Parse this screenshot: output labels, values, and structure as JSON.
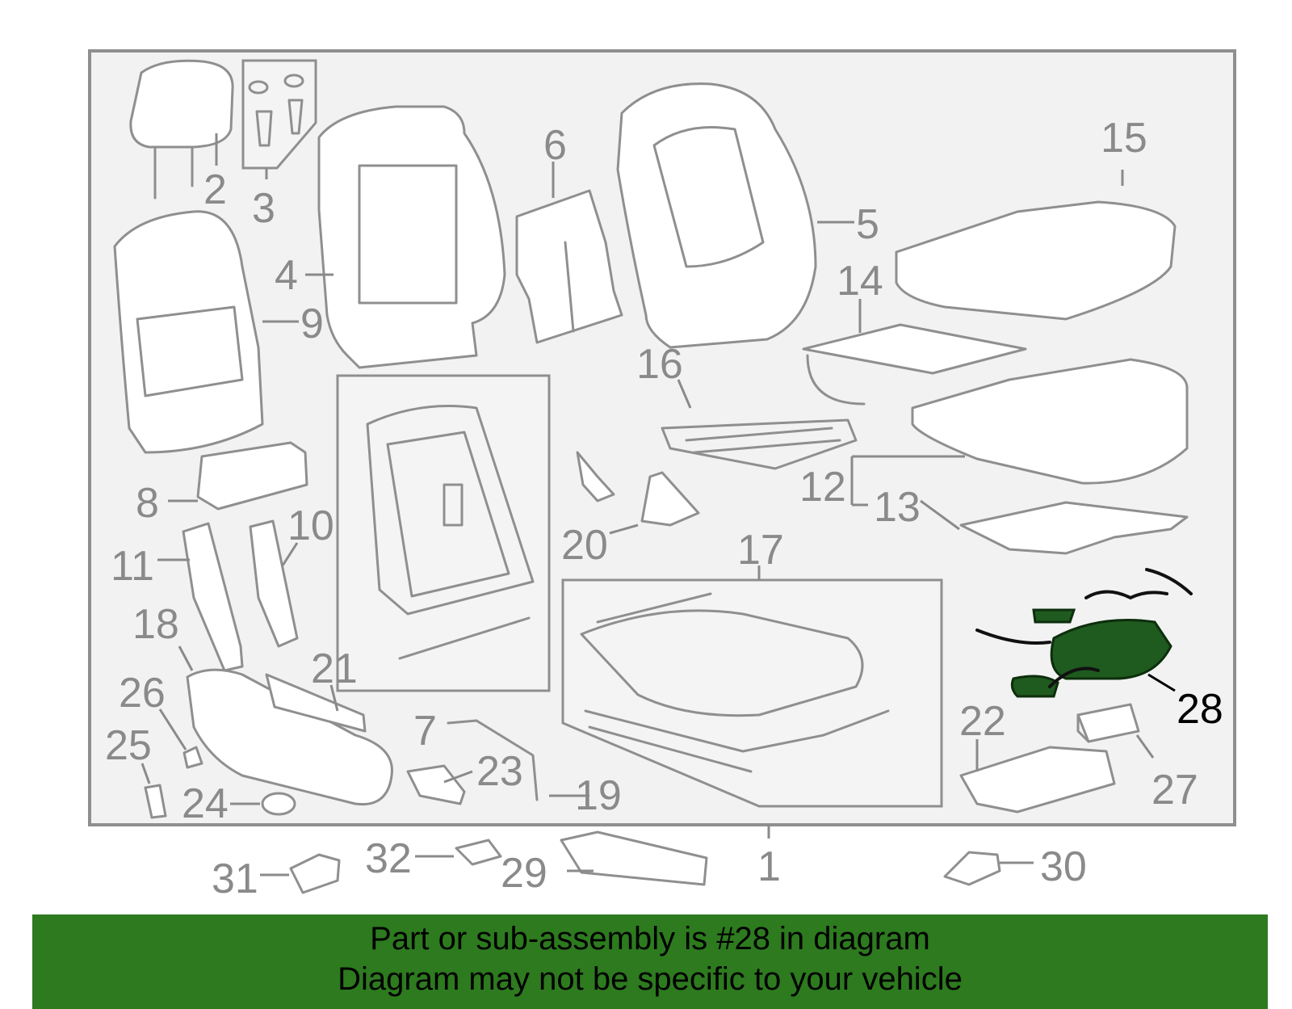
{
  "callouts": {
    "c1": "1",
    "c2": "2",
    "c3": "3",
    "c4": "4",
    "c5": "5",
    "c6": "6",
    "c7": "7",
    "c8": "8",
    "c9": "9",
    "c10": "10",
    "c11": "11",
    "c12": "12",
    "c13": "13",
    "c14": "14",
    "c15": "15",
    "c16": "16",
    "c17": "17",
    "c18": "18",
    "c19": "19",
    "c20": "20",
    "c21": "21",
    "c22": "22",
    "c23": "23",
    "c24": "24",
    "c25": "25",
    "c26": "26",
    "c27": "27",
    "c28": "28",
    "c29": "29",
    "c30": "30",
    "c31": "31",
    "c32": "32"
  },
  "highlighted_part": "28",
  "colors": {
    "highlight": "#1f5a1f",
    "banner": "#2d7a1f",
    "linework": "#8f8f8f"
  },
  "banner": {
    "line1": "Part or sub-assembly is #28 in diagram",
    "line2": "Diagram may not be specific to your vehicle"
  }
}
